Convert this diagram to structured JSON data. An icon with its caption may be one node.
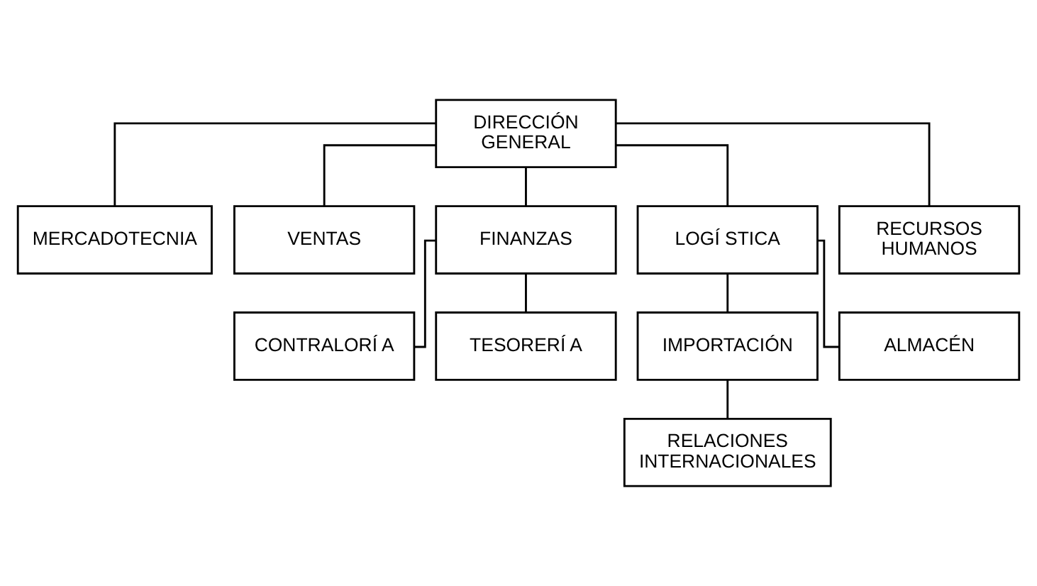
{
  "diagram": {
    "nodes": [
      {
        "text": [
          "DIRECCIÓN GENERAL"
        ]
      },
      {
        "text": [
          "MERCADOTECNIA"
        ]
      },
      {
        "text": [
          "VENTAS"
        ]
      },
      {
        "text": [
          "FINANZAS"
        ]
      },
      {
        "text": [
          "LOGÍ STICA"
        ]
      },
      {
        "text": [
          "RECURSOS HUMANOS"
        ]
      },
      {
        "text": [
          "CONTRALORÍ A"
        ]
      },
      {
        "text": [
          "TESORERÍ A"
        ]
      },
      {
        "text": [
          "IMPORTACIÓN"
        ]
      },
      {
        "text": [
          "ALMACÉN"
        ]
      },
      {
        "text": [
          "RELACIONES INTERNACIONALES"
        ]
      }
    ],
    "edges": [
      {
        "from": 0,
        "to": 1,
        "arrow": "none"
      },
      {
        "from": 0,
        "to": 2,
        "arrow": "none"
      },
      {
        "from": 0,
        "to": 3,
        "arrow": "none"
      },
      {
        "from": 0,
        "to": 4,
        "arrow": "none"
      },
      {
        "from": 0,
        "to": 5,
        "arrow": "none"
      },
      {
        "from": 3,
        "to": 6,
        "arrow": "none"
      },
      {
        "from": 3,
        "to": 7,
        "arrow": "none"
      },
      {
        "from": 4,
        "to": 8,
        "arrow": "none"
      },
      {
        "from": 4,
        "to": 9,
        "arrow": "none"
      },
      {
        "from": 8,
        "to": 10,
        "arrow": "none"
      }
    ]
  }
}
